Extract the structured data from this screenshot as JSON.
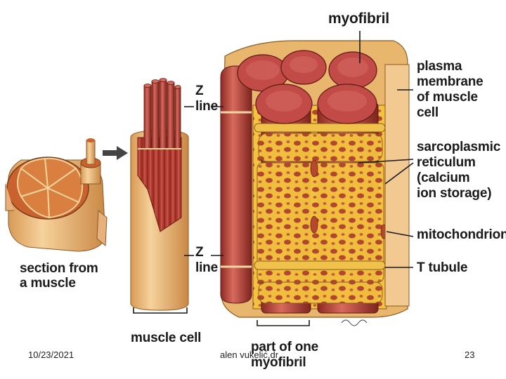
{
  "colors": {
    "muscle_red": "#c0504d",
    "connective_tan": "#f2c990",
    "reticulum_yellow": "#f5c842",
    "background": "#ffffff"
  },
  "labels": {
    "myofibril_top": "myofibril",
    "plasma_membrane": [
      "plasma",
      "membrane",
      "of muscle",
      "cell"
    ],
    "sarcoplasmic": [
      "sarcoplasmic",
      "reticulum",
      "(calcium",
      "ion storage)"
    ],
    "mitochondrion": "mitochondrion",
    "t_tubule": "T tubule",
    "z_line_top": [
      "Z",
      "line"
    ],
    "z_line_bottom": [
      "Z",
      "line"
    ],
    "section": [
      "section from",
      "a muscle"
    ],
    "muscle_cell": "muscle cell",
    "part_myofibril": [
      "part of one",
      "myofibril"
    ]
  },
  "footer": {
    "date": "10/23/2021",
    "author": "alen vukelić,dr",
    "page": "23"
  },
  "icons": {
    "arrow": "right-arrow-icon"
  }
}
